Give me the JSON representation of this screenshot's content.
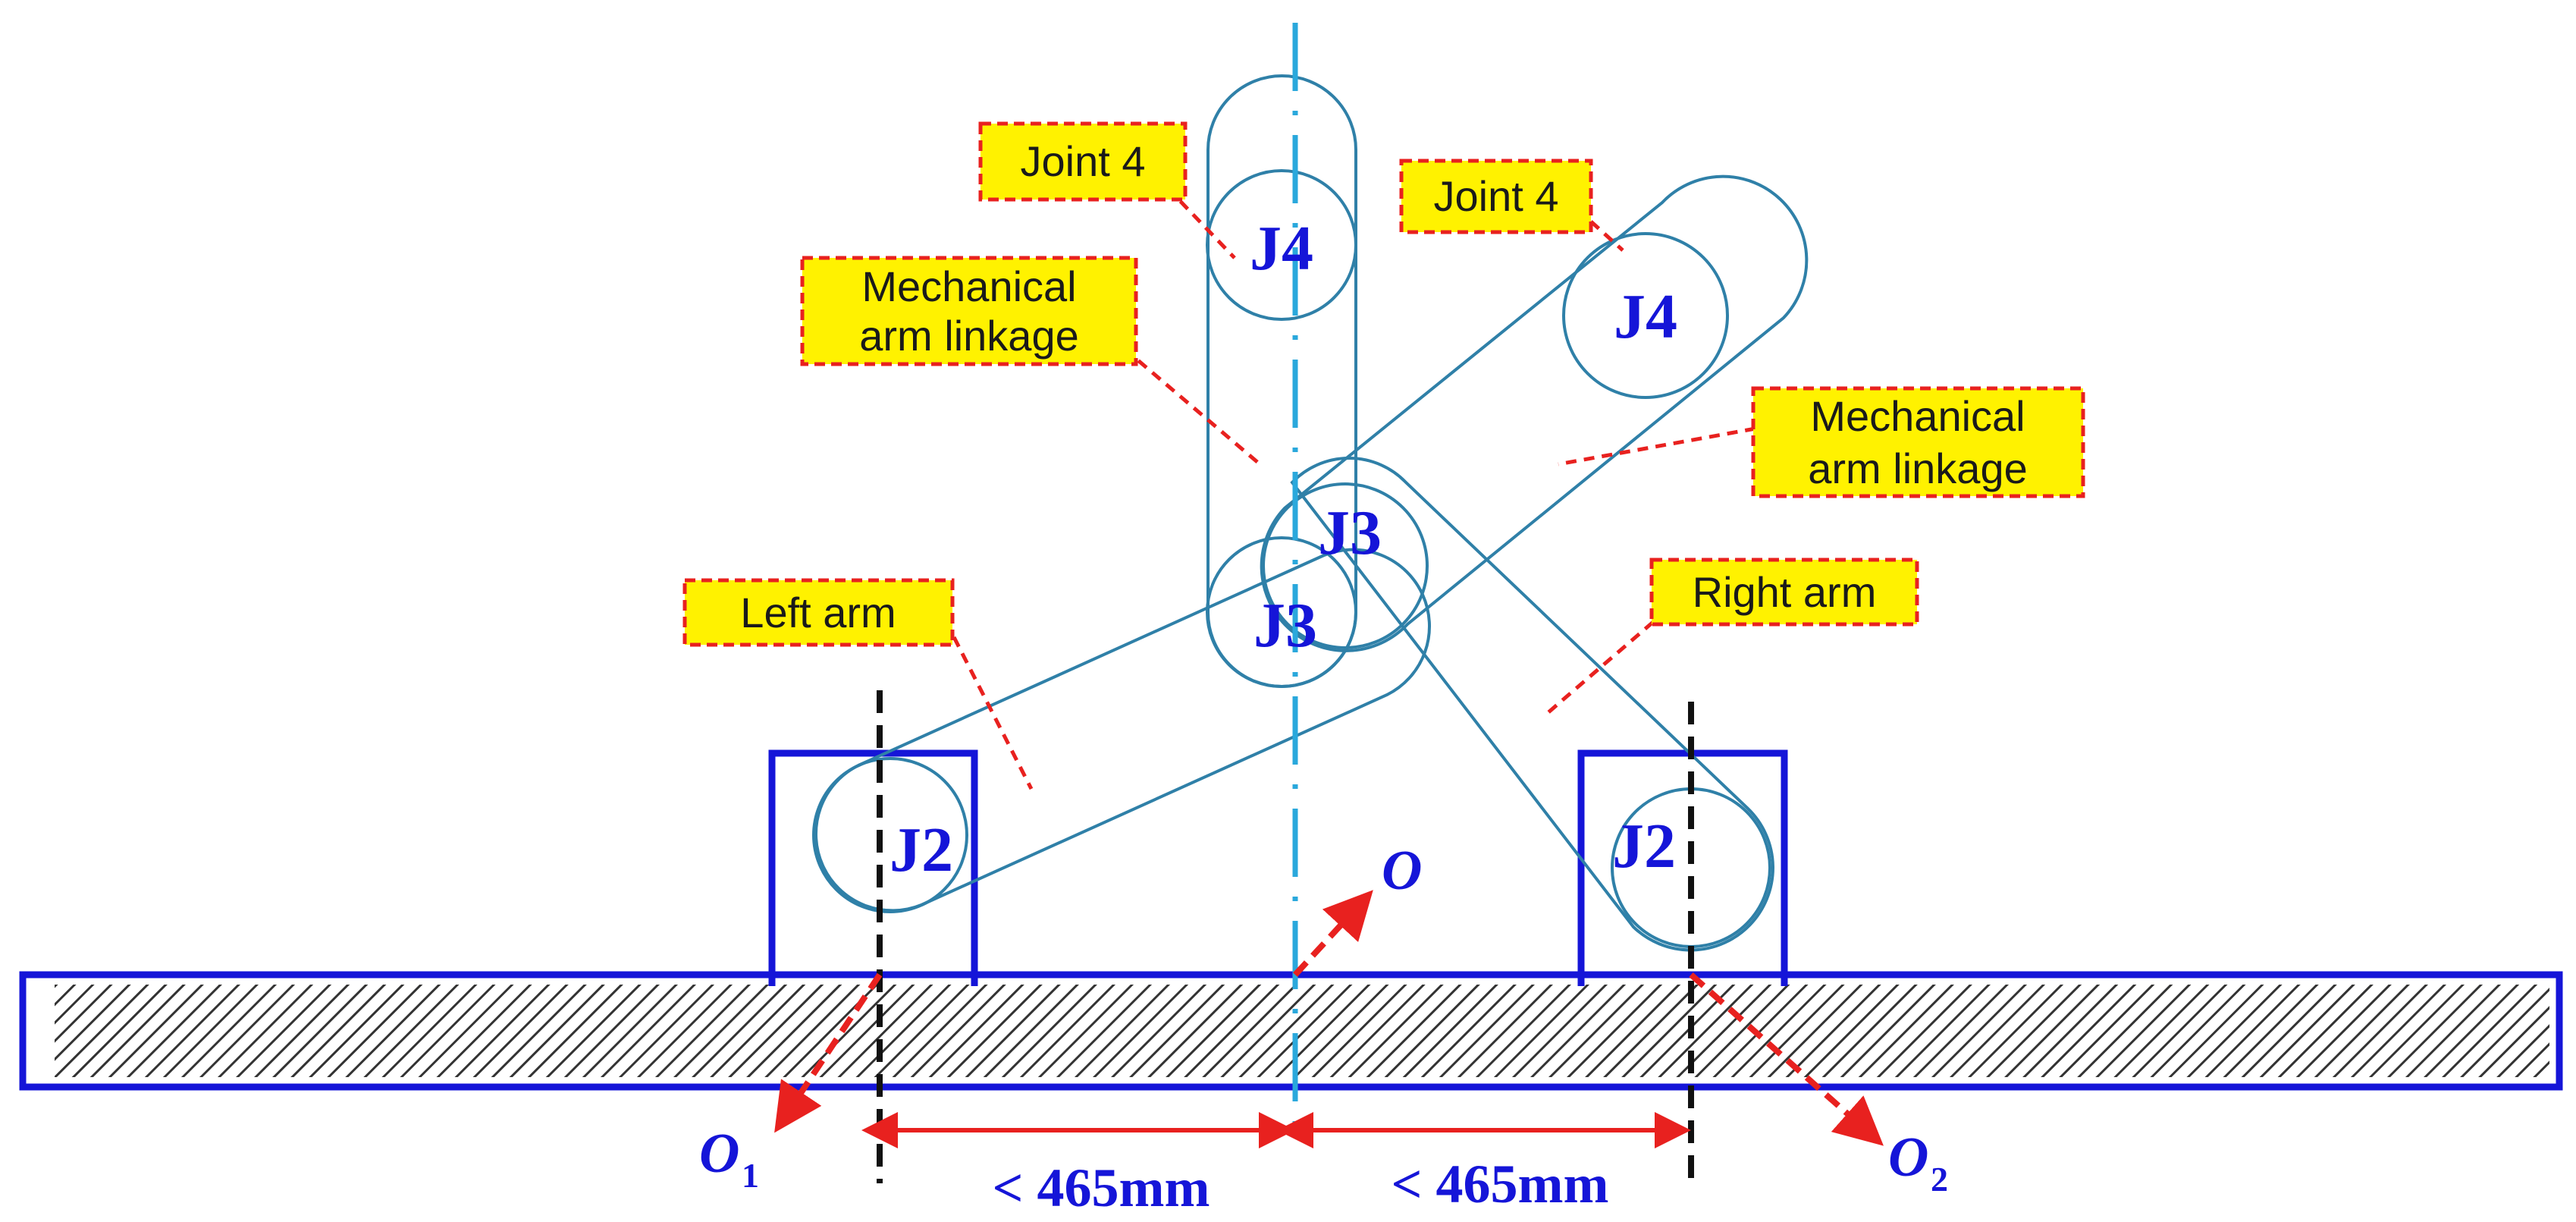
{
  "callouts": {
    "joint4_left": "Joint 4",
    "joint4_right": "Joint 4",
    "linkage_left_line1": "Mechanical",
    "linkage_left_line2": "arm linkage",
    "linkage_right_line1": "Mechanical",
    "linkage_right_line2": "arm linkage",
    "left_arm": "Left arm",
    "right_arm": "Right arm"
  },
  "joints": {
    "j4_left": "J4",
    "j4_right": "J4",
    "j3_upper": "J3",
    "j3_lower": "J3",
    "j2_left": "J2",
    "j2_right": "J2"
  },
  "origins": {
    "center": "O",
    "left": "O",
    "left_sub": "1",
    "right": "O",
    "right_sub": "2"
  },
  "dimensions": {
    "left": "< 465mm",
    "right": "< 465mm"
  },
  "colors": {
    "link_outline": "#2f80a8",
    "center_axis": "#2aa8dc",
    "base_outline": "#1515d8",
    "label_text": "#1515d8",
    "callout_fill": "#fff200",
    "callout_border": "#e8211f",
    "arrow": "#e8211f",
    "hatch": "#333333"
  }
}
